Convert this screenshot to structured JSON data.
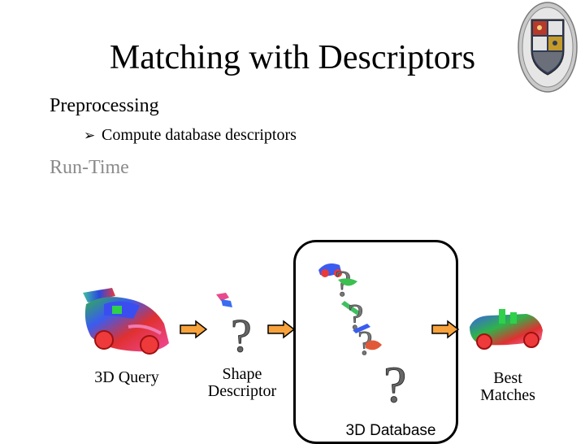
{
  "slide": {
    "title": "Matching with Descriptors",
    "bullets": [
      {
        "label": "Preprocessing",
        "sub_items": [
          {
            "marker_icon": "arrow-bullet-icon",
            "label": "Compute database descriptors"
          }
        ]
      },
      {
        "label": "Run-Time",
        "color": "#8a8a8a"
      }
    ]
  },
  "diagram": {
    "query_label": "3D Query",
    "descriptor_label": "Shape\nDescriptor",
    "best_label": "Best\nMatches",
    "database_label": "3D Database",
    "arrow_color": "#f7a23c",
    "question_mark": "?"
  },
  "logo": {
    "icon": "university-crest-icon"
  }
}
